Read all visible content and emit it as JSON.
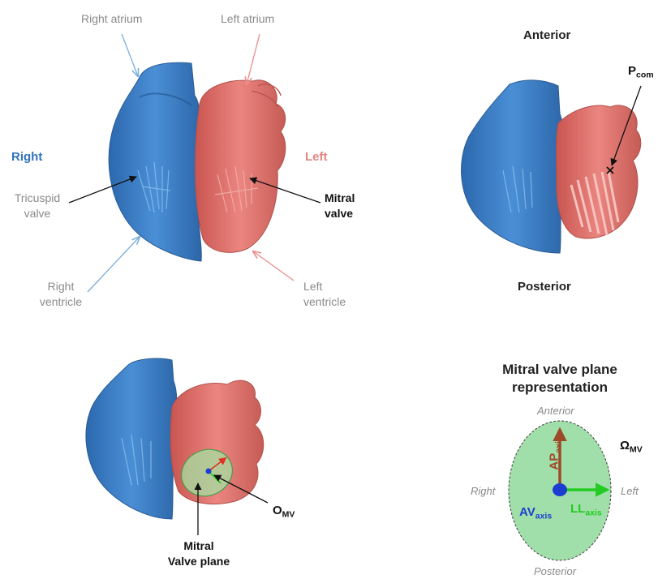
{
  "panel1": {
    "right_atrium": "Right atrium",
    "left_atrium": "Left atrium",
    "right": "Right",
    "left": "Left",
    "tricuspid_1": "Tricuspid",
    "tricuspid_2": "valve",
    "mitral_1": "Mitral",
    "mitral_2": "valve",
    "right_ventricle_1": "Right",
    "right_ventricle_2": "ventricle",
    "left_ventricle_1": "Left",
    "left_ventricle_2": "ventricle"
  },
  "panel2": {
    "anterior": "Anterior",
    "posterior": "Posterior",
    "pcom_main": "P",
    "pcom_sub": "com"
  },
  "panel3": {
    "omv_main": "O",
    "omv_sub": "MV",
    "plane_1": "Mitral",
    "plane_2": "Valve plane"
  },
  "panel4": {
    "title_1": "Mitral valve plane",
    "title_2": "representation",
    "anterior": "Anterior",
    "posterior": "Posterior",
    "right": "Right",
    "left": "Left",
    "omega_main": "Ω",
    "omega_sub": "MV",
    "ap_main": "AP",
    "ap_sub": "axis",
    "av_main": "AV",
    "av_sub": "axis",
    "ll_main": "LL",
    "ll_sub": "axis"
  },
  "colors": {
    "blue_heart": "#3a7cc4",
    "pink_heart": "#e0706a",
    "plane_green": "#a8dba0",
    "ap_brown": "#9c4a2a",
    "ll_green": "#22cc22",
    "av_blue": "#1a3fd0"
  }
}
